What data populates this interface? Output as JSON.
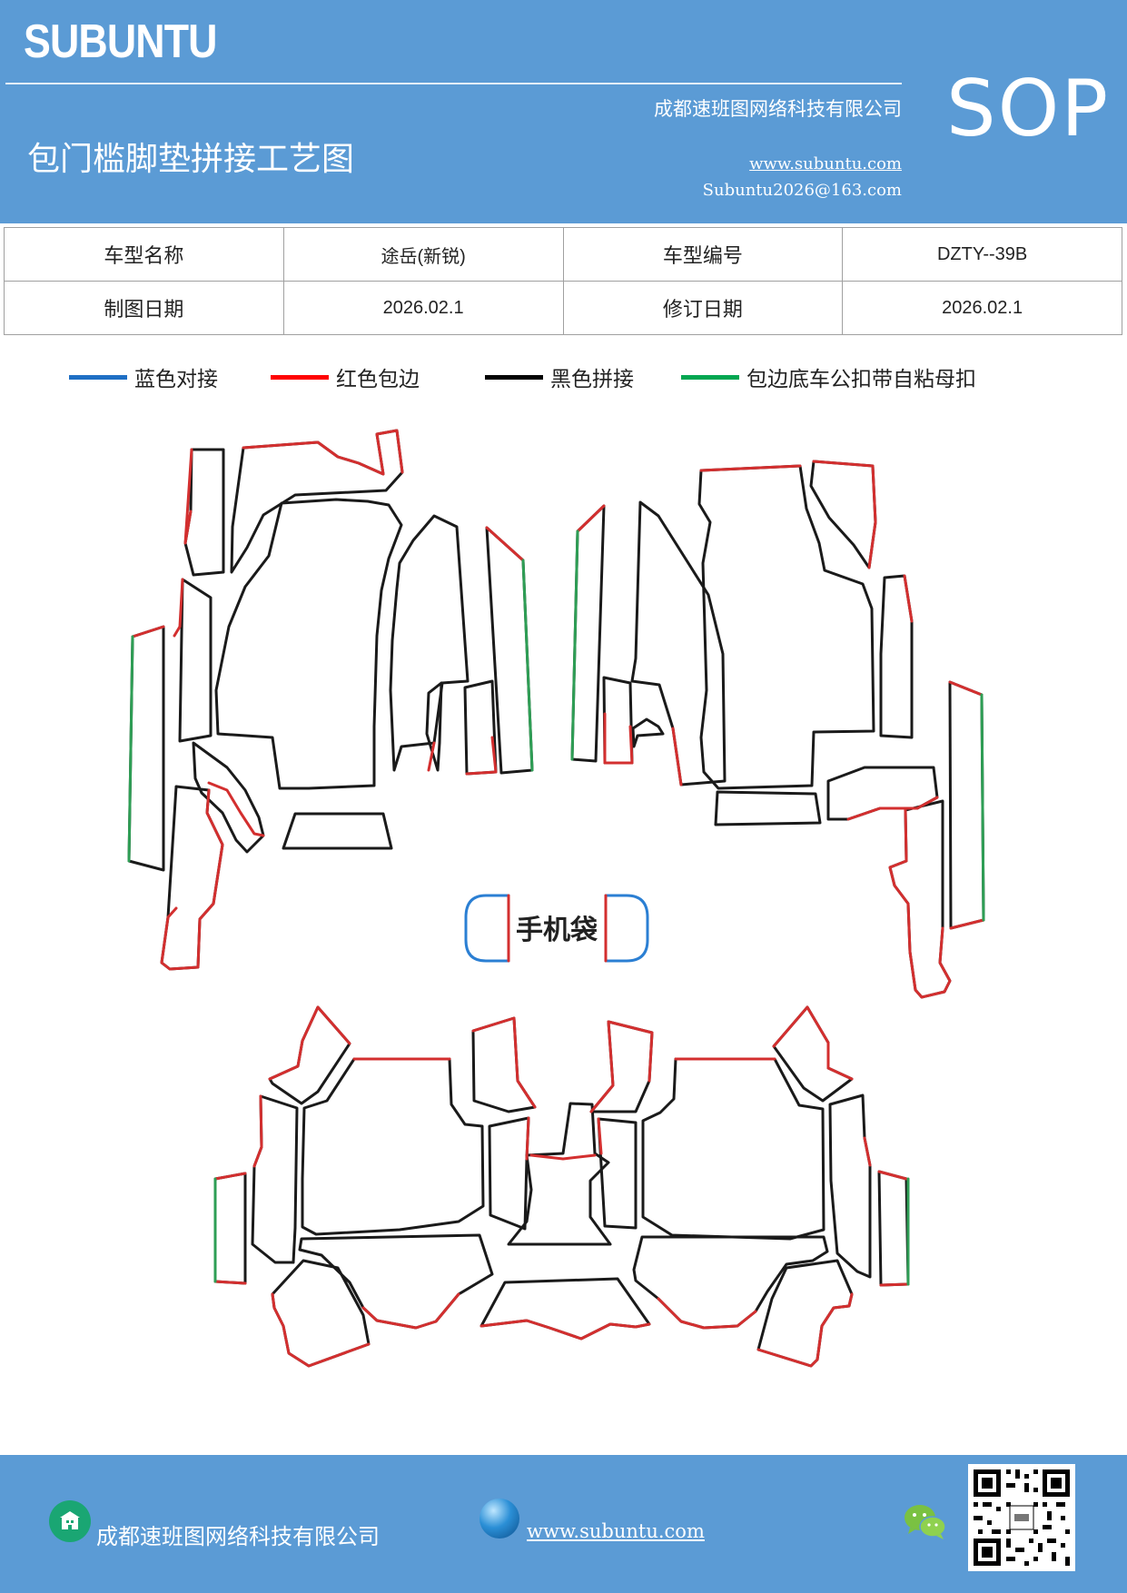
{
  "header": {
    "brand": "SUBUNTU",
    "sop": "SOP",
    "company": "成都速班图网络科技有限公司",
    "title": "包门槛脚垫拼接工艺图",
    "website": "www.subuntu.com",
    "email": "Subuntu2026@163.com"
  },
  "info_table": {
    "rows": [
      [
        "车型名称",
        "途岳(新锐)",
        "车型编号",
        "DZTY--39B"
      ],
      [
        "制图日期",
        "2026.02.1",
        "修订日期",
        "2026.02.1"
      ]
    ]
  },
  "legend": [
    {
      "color": "#1f6fc4",
      "label": "蓝色对接"
    },
    {
      "color": "#ff0000",
      "label": "红色包边"
    },
    {
      "color": "#000000",
      "label": "黑色拼接"
    },
    {
      "color": "#00a651",
      "label": "包边底车公扣带自粘母扣"
    }
  ],
  "diagram": {
    "phone_bag_label": "手机袋",
    "colors": {
      "outline": "#1a1a1a",
      "red": "#d32f2f",
      "green": "#2e9e55",
      "blue": "#2b7fd3"
    }
  },
  "footer": {
    "company": "成都速班图网络科技有限公司",
    "website": "www.subuntu.com",
    "company_icon": "building-icon",
    "web_icon": "globe-icon",
    "social_icon": "wechat-icon",
    "qr_icon": "qr-code"
  }
}
